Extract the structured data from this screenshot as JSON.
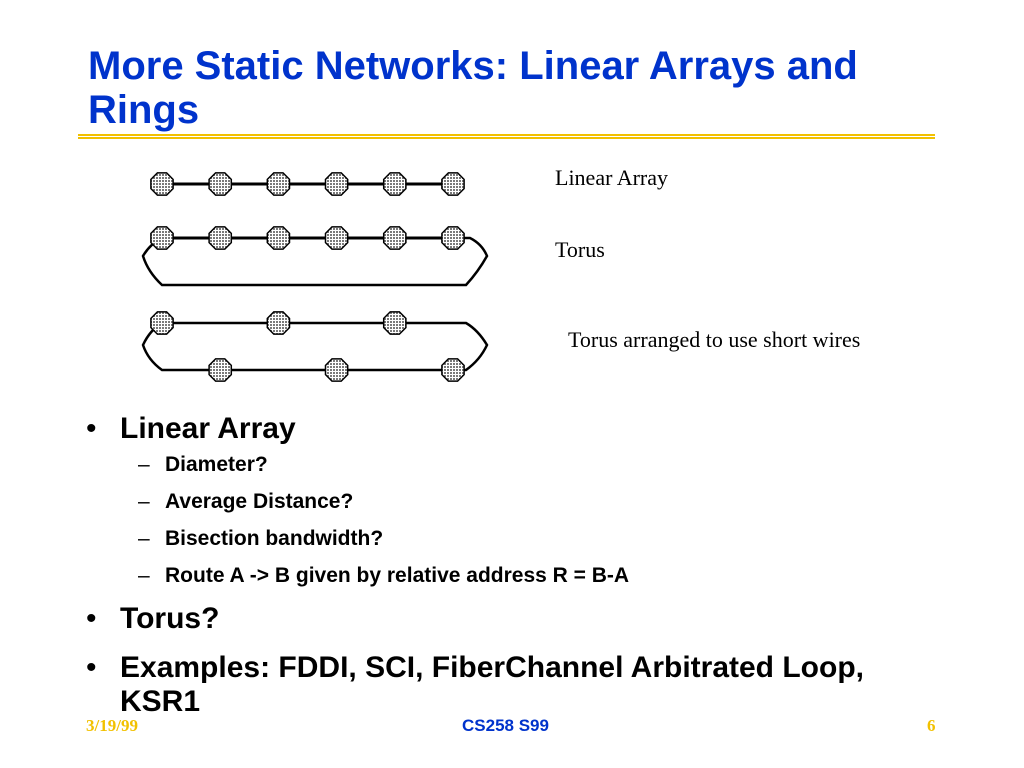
{
  "slide": {
    "title": "More Static Networks: Linear Arrays and Rings"
  },
  "diagram": {
    "labels": {
      "linear_array": "Linear Array",
      "torus": "Torus",
      "torus_short_wires": "Torus arranged to use short wires"
    },
    "rows": [
      {
        "kind": "linear",
        "node_count": 6
      },
      {
        "kind": "torus",
        "node_count": 6
      },
      {
        "kind": "folded-torus",
        "node_count": 6
      }
    ]
  },
  "bullets": [
    {
      "text": "Linear Array",
      "sub": [
        "Diameter?",
        "Average Distance?",
        "Bisection bandwidth?",
        "Route A -> B given by relative address R = B-A"
      ]
    },
    {
      "text": "Torus?",
      "sub": []
    },
    {
      "text": "Examples: FDDI, SCI, FiberChannel Arbitrated Loop, KSR1",
      "sub": []
    }
  ],
  "markers": {
    "bullet": "•",
    "dash": "–"
  },
  "footer": {
    "date": "3/19/99",
    "course": "CS258 S99",
    "page": "6"
  },
  "colors": {
    "title": "#0033cc",
    "rule": "#f2c100",
    "footer_date": "#f2c100",
    "footer_course": "#0033cc",
    "node_fill": "#a8a8a8"
  }
}
